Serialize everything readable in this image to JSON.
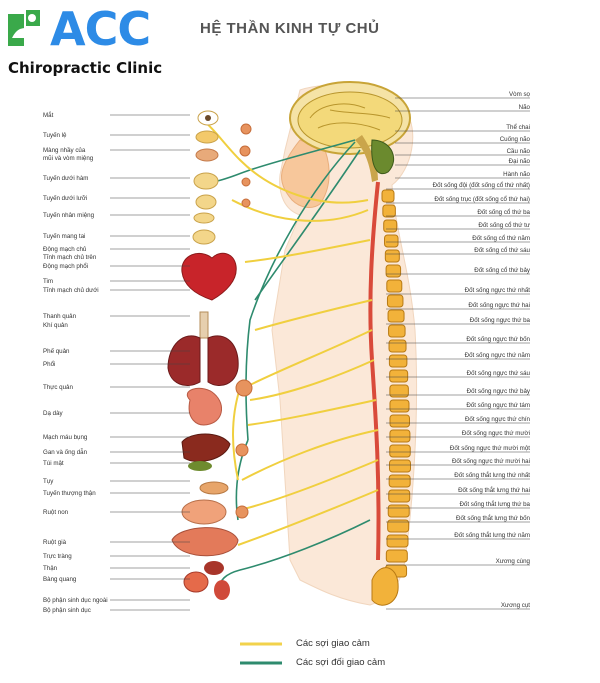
{
  "brand": {
    "name": "ACC",
    "subtitle": "Chiropractic Clinic"
  },
  "title": "HỆ THẦN KINH TỰ CHỦ",
  "left_labels": [
    "Mắt",
    "Tuyến lệ",
    "Màng nhầy của",
    "mũi và vòm miệng",
    "Tuyến dưới hàm",
    "Tuyến dưới lưỡi",
    "Tuyến nhân miệng",
    "Tuyến mang tai",
    "Động mạch chủ",
    "Tĩnh mạch chủ trên",
    "Động mạch phổi",
    "Tim",
    "Tĩnh mạch chủ dưới",
    "Thanh quản",
    "Khí quản",
    "Phế quản",
    "Phổi",
    "Thực quản",
    "Dạ dày",
    "Mạch máu bụng",
    "Gan và ống dẫn",
    "Túi mật",
    "Tụy",
    "Tuyến thượng thận",
    "Ruột non",
    "Ruột già",
    "Trực tràng",
    "Thận",
    "Bàng quang",
    "Bộ phận sinh dục ngoài",
    "Bộ phận sinh dục"
  ],
  "right_labels": [
    "Vòm sọ",
    "Não",
    "Thể chai",
    "Cuống não",
    "Cầu não",
    "Đại não",
    "Hành não",
    "Đốt sống đội (đốt sống cổ thứ nhất)",
    "Đốt sống trục (đốt sống cổ thứ hai)",
    "Đốt sống cổ thứ ba",
    "Đốt sống cổ thứ tư",
    "Đốt sống cổ thứ năm",
    "Đốt sống cổ thứ sáu",
    "Đốt sống cổ thứ bảy",
    "Đốt sống ngực thứ nhất",
    "Đốt sống ngực thứ hai",
    "Đốt sống ngực thứ ba",
    "Đốt sống ngực thứ bốn",
    "Đốt sống ngực thứ năm",
    "Đốt sống ngực thứ sáu",
    "Đốt sống ngực thứ bảy",
    "Đốt sống ngực thứ tám",
    "Đốt sống ngực thứ chín",
    "Đốt sống ngực thứ mười",
    "Đốt sống ngực thứ mười một",
    "Đốt sống ngực thứ mười hai",
    "Đốt sống thắt lưng thứ nhất",
    "Đốt sống thắt lưng thứ hai",
    "Đốt sống thắt lưng thứ ba",
    "Đốt sống thắt lưng thứ bốn",
    "Đốt sống thắt lưng thứ năm",
    "Xương cùng",
    "Xương cụt"
  ],
  "legend": [
    {
      "label": "Các sợi giao cảm",
      "color": "#f2d24b"
    },
    {
      "label": "Các sợi đối giao cảm",
      "color": "#2e8b6e"
    }
  ],
  "colors": {
    "brand_blue": "#2d8be6",
    "brand_green": "#3aa94a",
    "nerve_yellow": "#f0cf3f",
    "nerve_green": "#2e8b6e"
  }
}
